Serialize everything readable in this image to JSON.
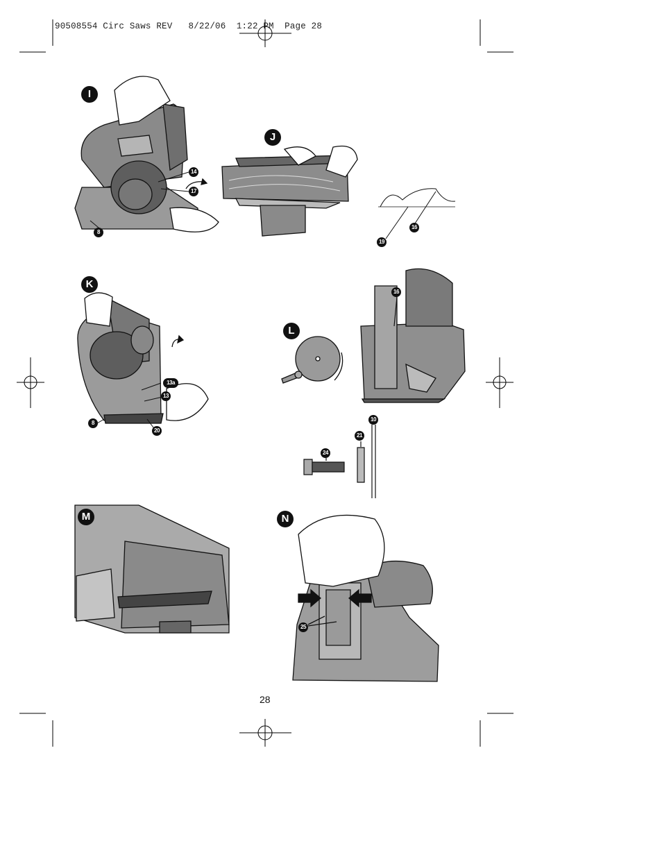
{
  "header": {
    "slug": "90508554 Circ Saws REV   8/22/06  1:22 PM  Page 28"
  },
  "figures": {
    "I": {
      "letter": "I",
      "callouts": [
        "14",
        "17",
        "8"
      ]
    },
    "J": {
      "letter": "J",
      "callouts": [
        "16",
        "19"
      ]
    },
    "K": {
      "letter": "K",
      "callouts": [
        "13a",
        "13",
        "8",
        "20"
      ]
    },
    "L": {
      "letter": "L",
      "callouts": [
        "16",
        "10",
        "21",
        "24"
      ]
    },
    "M": {
      "letter": "M"
    },
    "N": {
      "letter": "N",
      "callouts": [
        "25"
      ]
    }
  },
  "footer": {
    "page_number": "28"
  }
}
